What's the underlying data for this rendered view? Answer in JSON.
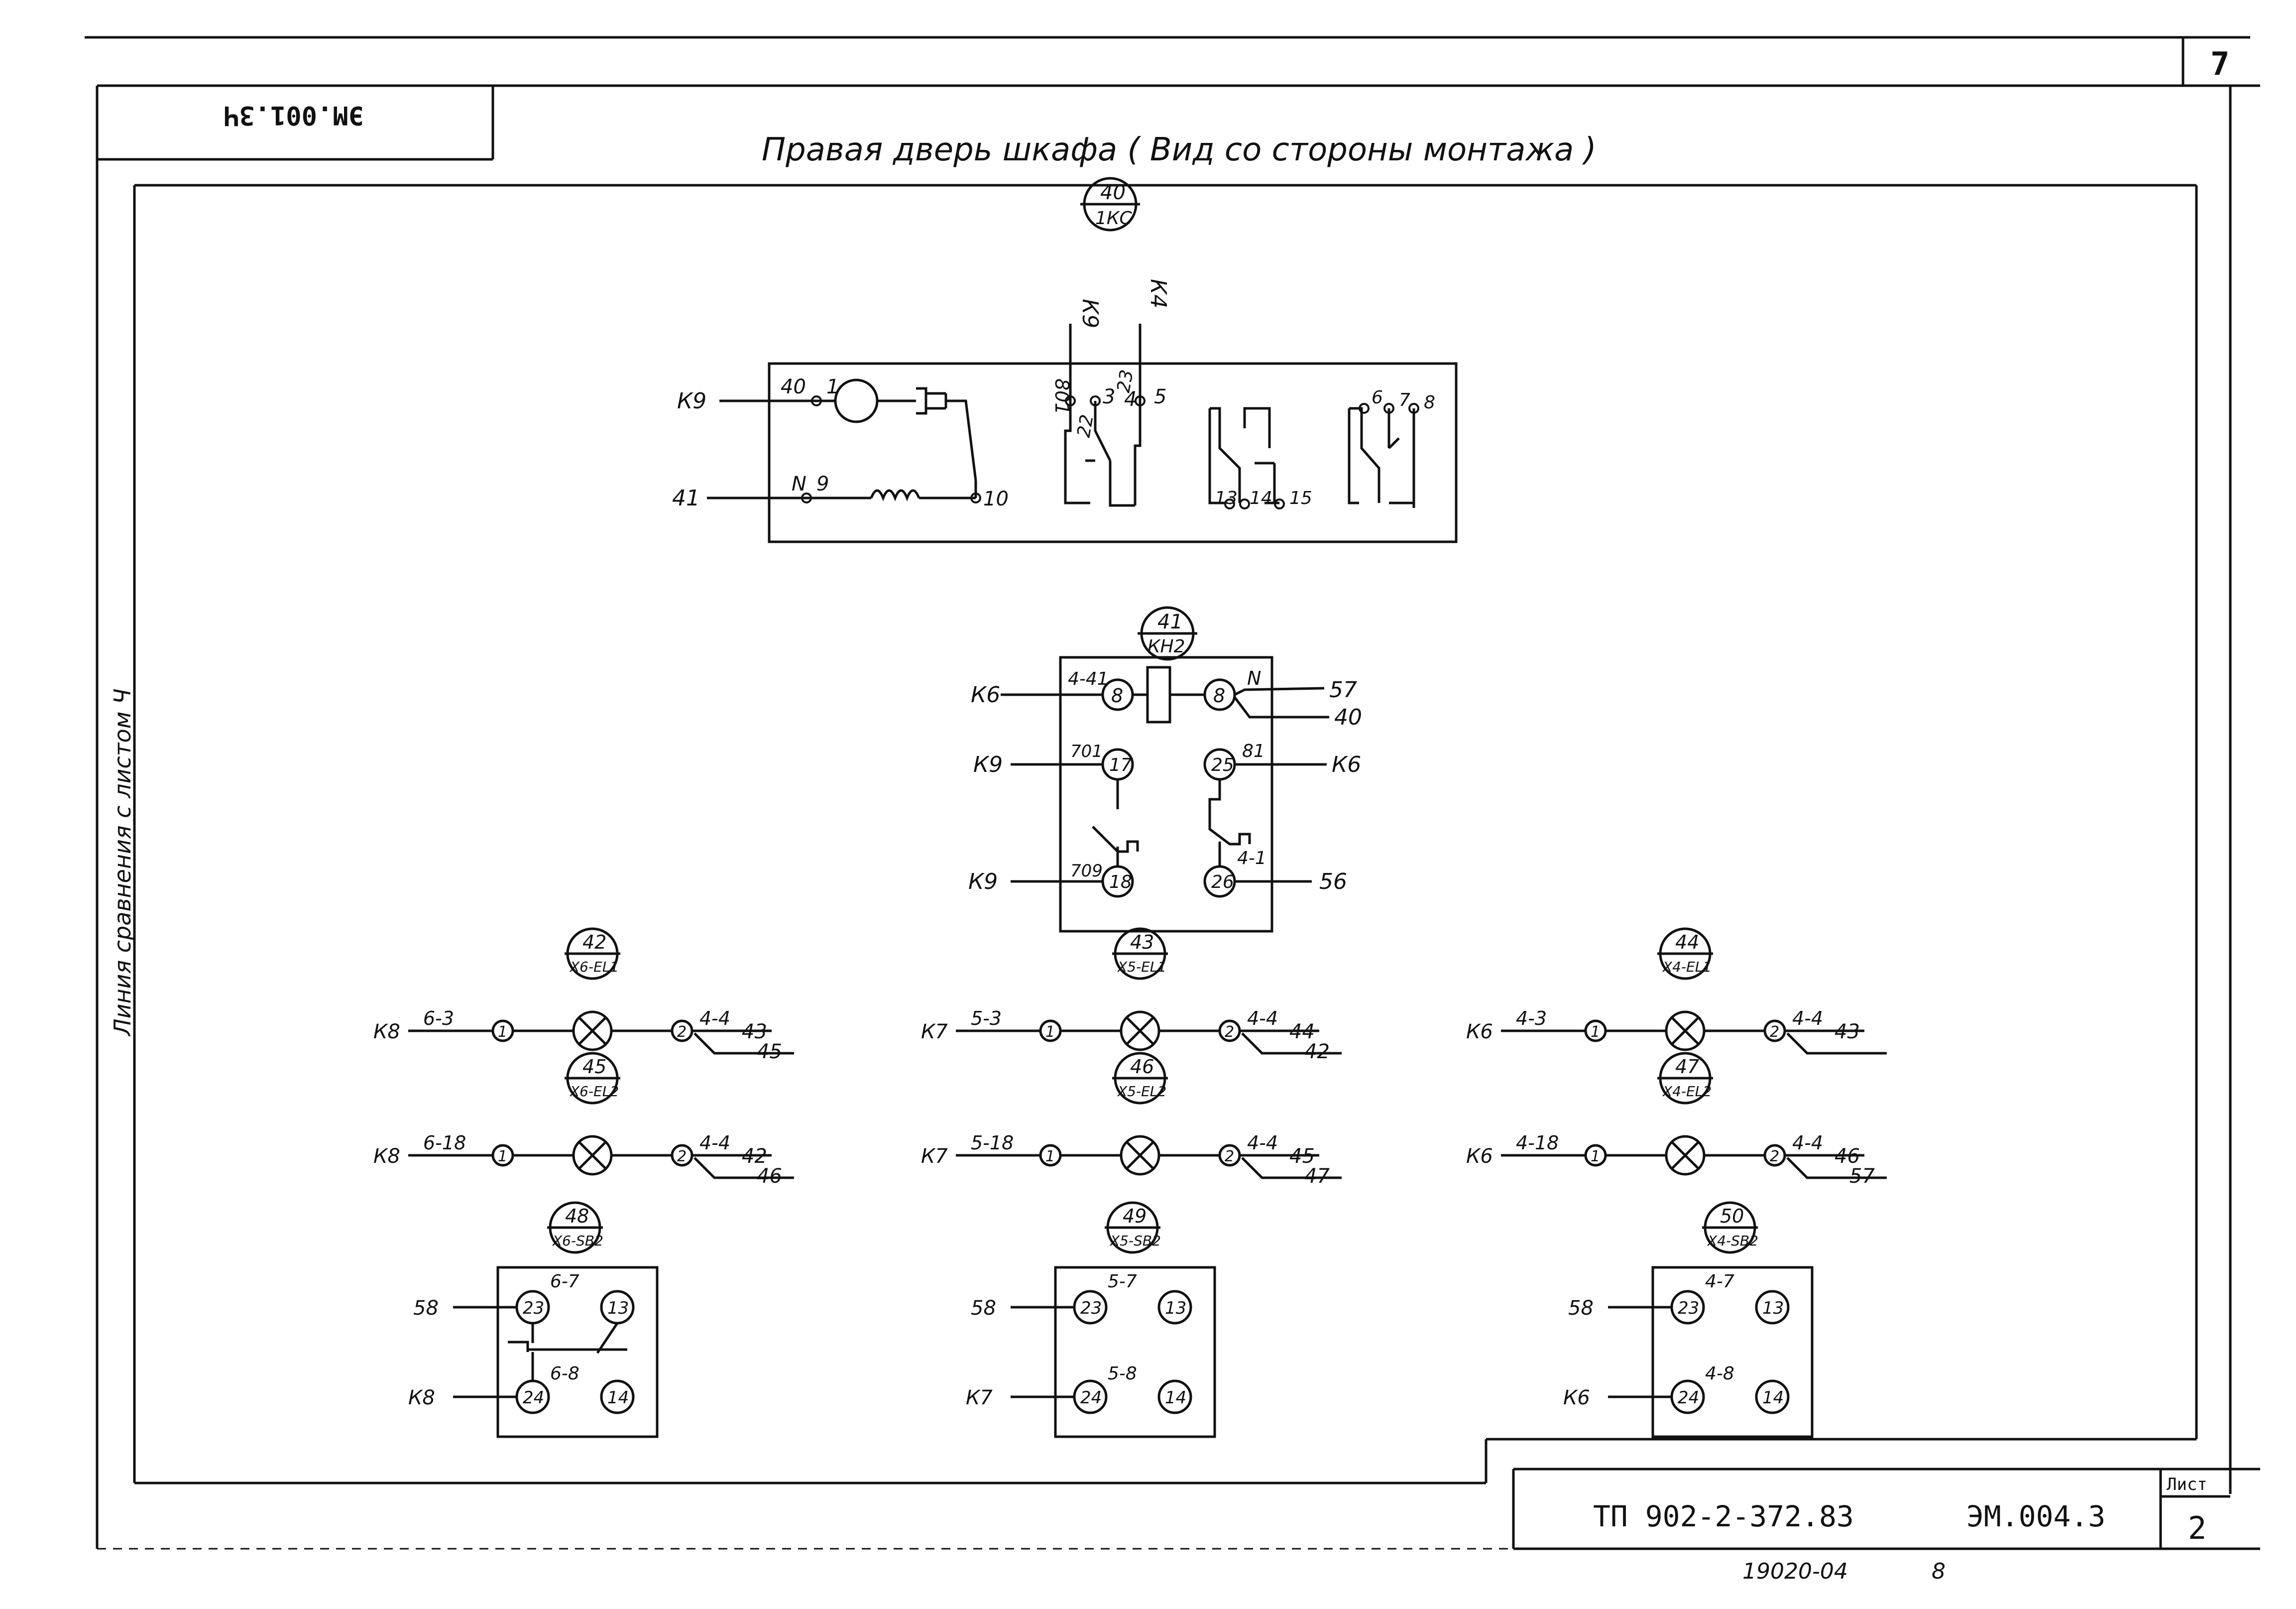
{
  "header": {
    "page_number": "7",
    "stamp_code": "ЭМ.001.3Ч",
    "title": "Правая дверь шкафа ( Вид со стороны монтажа )",
    "side_note": "Линия сравнения с листом Ч"
  },
  "block_40": {
    "tag_top": "40",
    "tag_bottom": "1КС",
    "wire_top_left": "К9",
    "wire_top_right": "К4",
    "left_wire_top": "К9",
    "left_wire_bottom": "41",
    "t_40": "40",
    "t_1": "1",
    "t_N": "N",
    "t_9": "9",
    "t_10": "10",
    "t_801": "801",
    "t_3": "3",
    "t_4": "4",
    "t_22": "22",
    "t_23": "23",
    "t_5": "5",
    "t_13": "13",
    "t_14": "14",
    "t_15": "15",
    "t_6": "6",
    "t_7": "7",
    "t_8": "8"
  },
  "block_41": {
    "tag_top": "41",
    "tag_bottom": "КН2",
    "w_K6": "К6",
    "w_K9a": "К9",
    "w_K9b": "К9",
    "t_441": "4-41",
    "t_8a": "8",
    "t_8b": "8",
    "t_N": "N",
    "w_57": "57",
    "w_40": "40",
    "t_701": "701",
    "t_17": "17",
    "t_81": "81",
    "t_25": "25",
    "w_K6r": "К6",
    "t_709": "709",
    "t_18": "18",
    "t_41": "4-1",
    "t_26": "26",
    "w_56": "56"
  },
  "lamps": [
    {
      "tag_top": "42",
      "tag_bottom": "Х6-EL1",
      "left": "К8",
      "num": "6-3",
      "p1": "1",
      "p2": "2",
      "mark": "4-4",
      "o1": "43",
      "o2": "45"
    },
    {
      "tag_top": "43",
      "tag_bottom": "Х5-EL1",
      "left": "К7",
      "num": "5-3",
      "p1": "1",
      "p2": "2",
      "mark": "4-4",
      "o1": "44",
      "o2": "42"
    },
    {
      "tag_top": "44",
      "tag_bottom": "Х4-EL1",
      "left": "К6",
      "num": "4-3",
      "p1": "1",
      "p2": "2",
      "mark": "4-4",
      "o1": "43",
      "o2": ""
    },
    {
      "tag_top": "45",
      "tag_bottom": "Х6-EL2",
      "left": "К8",
      "num": "6-18",
      "p1": "1",
      "p2": "2",
      "mark": "4-4",
      "o1": "42",
      "o2": "46"
    },
    {
      "tag_top": "46",
      "tag_bottom": "Х5-EL2",
      "left": "К7",
      "num": "5-18",
      "p1": "1",
      "p2": "2",
      "mark": "4-4",
      "o1": "45",
      "o2": "47"
    },
    {
      "tag_top": "47",
      "tag_bottom": "Х4-EL2",
      "left": "К6",
      "num": "4-18",
      "p1": "1",
      "p2": "2",
      "mark": "4-4",
      "o1": "46",
      "o2": "57"
    }
  ],
  "buttons": [
    {
      "tag_top": "48",
      "tag_bottom": "Х6-SB2",
      "left_top": "58",
      "left_bottom": "К8",
      "t23": "23",
      "t13": "13",
      "t24": "24",
      "t14": "14",
      "m1": "6-7",
      "m2": "6-8"
    },
    {
      "tag_top": "49",
      "tag_bottom": "Х5-SB2",
      "left_top": "58",
      "left_bottom": "К7",
      "t23": "23",
      "t13": "13",
      "t24": "24",
      "t14": "14",
      "m1": "5-7",
      "m2": "5-8"
    },
    {
      "tag_top": "50",
      "tag_bottom": "Х4-SB2",
      "left_top": "58",
      "left_bottom": "К6",
      "t23": "23",
      "t13": "13",
      "t24": "24",
      "t14": "14",
      "m1": "4-7",
      "m2": "4-8"
    }
  ],
  "stamp": {
    "doc_code": "ТП  902-2-372.83",
    "doc_code2": "ЭМ.004.3",
    "sheet_label": "Лист",
    "sheet_num": "2",
    "archive": "19020-04",
    "archive_num": "8"
  }
}
